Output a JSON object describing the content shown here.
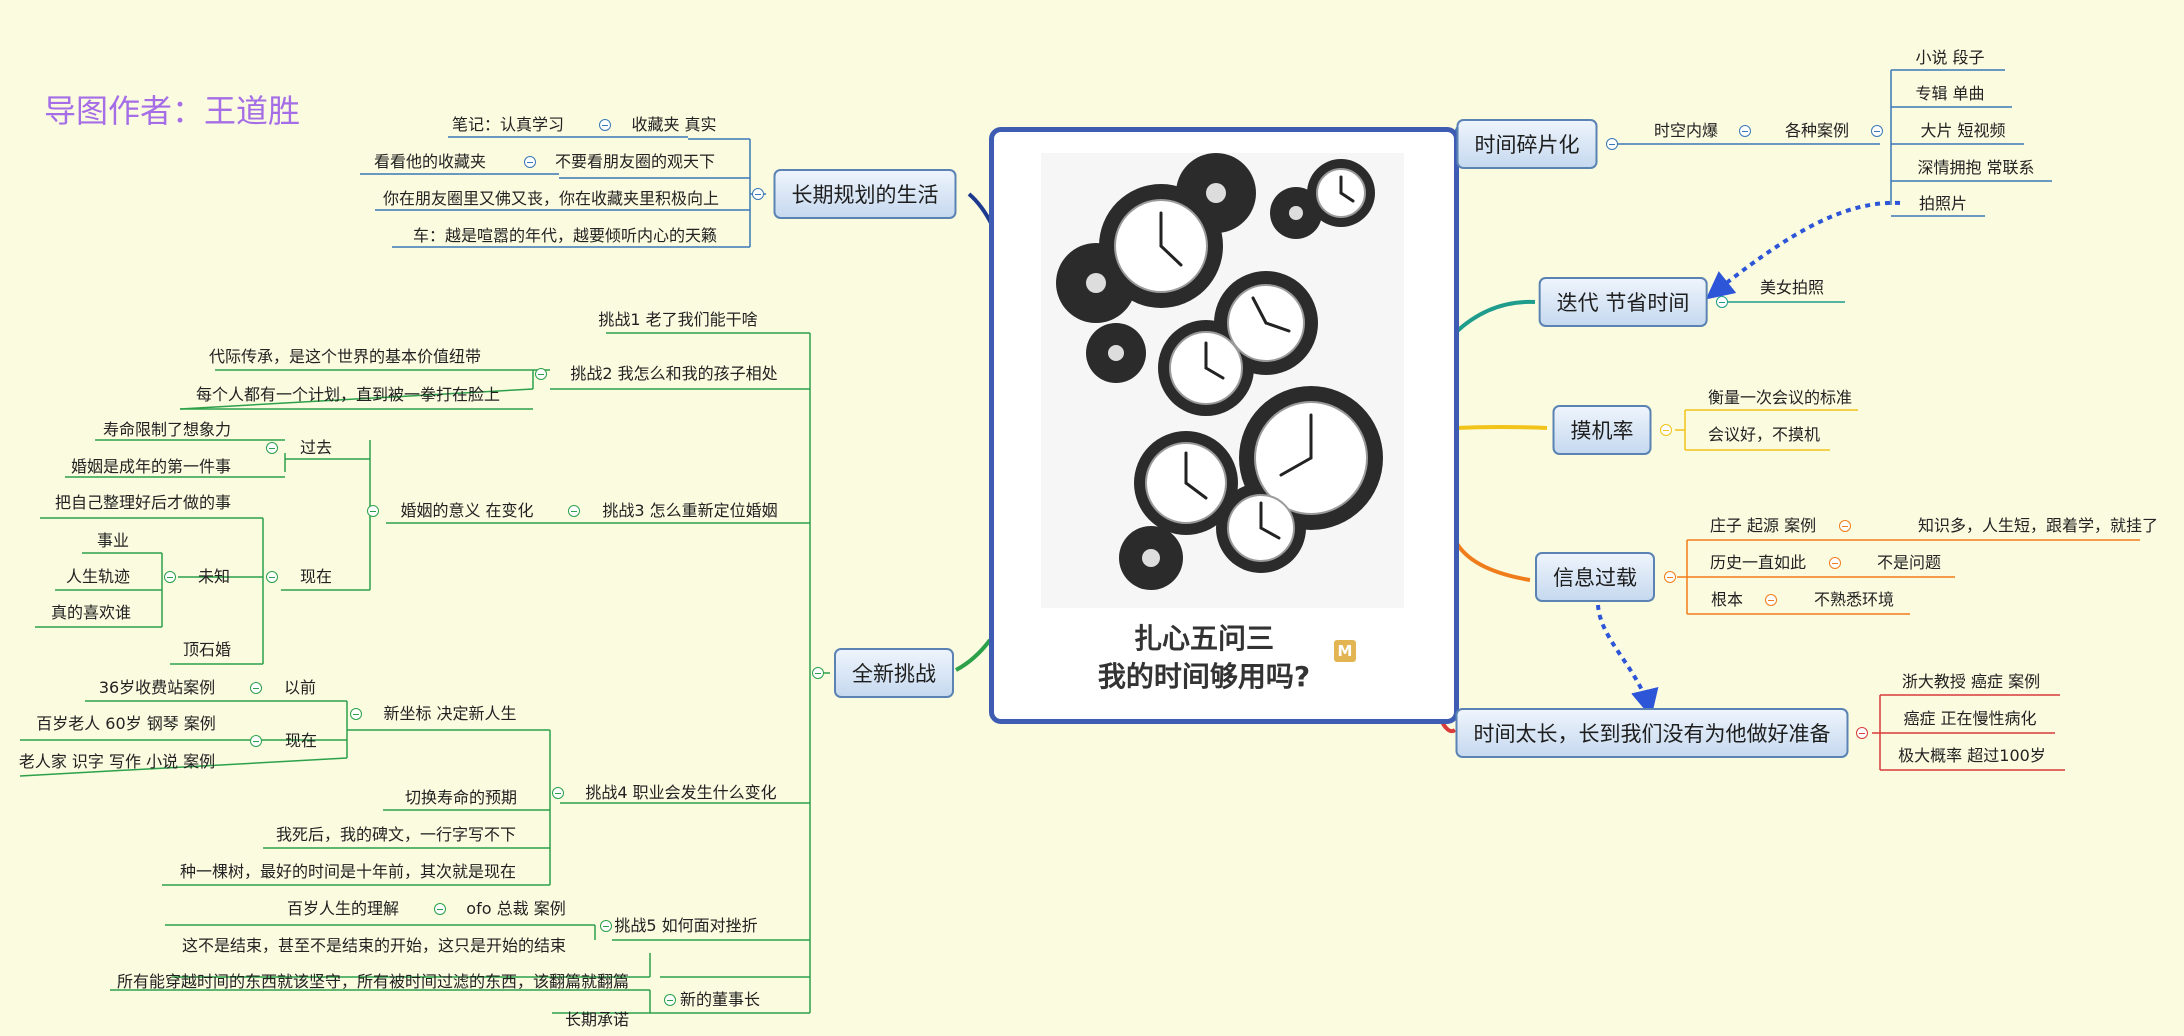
{
  "author": "导图作者：王道胜",
  "central": {
    "title1": "扎心五问三",
    "title2": "我的时间够用吗?",
    "badge": "M"
  },
  "colors": {
    "green": "#2ca14a",
    "blue": "#3a78b5",
    "teal": "#1e9c8c",
    "yellow": "#f2c318",
    "orange": "#ef7d1b",
    "red": "#d93b3b",
    "navy": "#1e3a8f"
  },
  "nodes": {
    "lp": "长期规划的生活",
    "lp_a": "笔记：认真学习",
    "lp_a1": "收藏夹 真实",
    "lp_b": "看看他的收藏夹",
    "lp_b1": "不要看朋友圈的观天下",
    "lp_c": "你在朋友圈里又佛又丧，你在收藏夹里积极向上",
    "lp_d": "车：越是喧嚣的年代，越要倾听内心的天籁",
    "ch": "全新挑战",
    "c1": "挑战1 老了我们能干啥",
    "c2": "挑战2 我怎么和我的孩子相处",
    "c2a": "代际传承，是这个世界的基本价值纽带",
    "c2b": "每个人都有一个计划，直到被一拳打在脸上",
    "c3": "挑战3 怎么重新定位婚姻",
    "c3a": "婚姻的意义 在变化",
    "c3p": "过去",
    "c3p1": "寿命限制了想象力",
    "c3p2": "婚姻是成年的第一件事",
    "c3n": "现在",
    "c3n1": "把自己整理好后才做的事",
    "c3u": "未知",
    "c3u1": "事业",
    "c3u2": "人生轨迹",
    "c3u3": "真的喜欢谁",
    "c3n2": "顶石婚",
    "c4": "挑战4 职业会发生什么变化",
    "c4a": "新坐标 决定新人生",
    "c4ap": "以前",
    "c4ap1": "36岁收费站案例",
    "c4an": "现在",
    "c4an1": "百岁老人 60岁 钢琴 案例",
    "c4an2": "老人家 识字 写作 小说 案例",
    "c4b": "切换寿命的预期",
    "c4c": "我死后，我的碑文，一行字写不下",
    "c4d": "种一棵树，最好的时间是十年前，其次就是现在",
    "c5": "挑战5 如何面对挫折",
    "c5a": "百岁人生的理解",
    "c5a1": "ofo 总裁 案例",
    "c5b": "这不是结束，甚至不是结束的开始，这只是开始的结束",
    "c6": "新的董事长",
    "c6a": "所有能穿越时间的东西就该坚守，所有被时间过滤的东西，该翻篇就翻篇",
    "c6b": "长期承诺",
    "tf": "时间碎片化",
    "tf_a": "时空内爆",
    "tf_b": "各种案例",
    "tf_1": "小说 段子",
    "tf_2": "专辑 单曲",
    "tf_3": "大片 短视频",
    "tf_4": "深情拥抱 常联系",
    "tf_5": "拍照片",
    "it": "迭代 节省时间",
    "it_a": "美女拍照",
    "mj": "摸机率",
    "mj_a": "衡量一次会议的标准",
    "mj_b": "会议好，不摸机",
    "io": "信息过载",
    "io_a": "庄子 起源 案例",
    "io_a1": "知识多，人生短，跟着学，就挂了",
    "io_b": "历史一直如此",
    "io_b1": "不是问题",
    "io_c": "根本",
    "io_c1": "不熟悉环境",
    "tl": "时间太长，长到我们没有为他做好准备",
    "tl_a": "浙大教授 癌症 案例",
    "tl_b": "癌症 正在慢性病化",
    "tl_c": "极大概率 超过100岁"
  }
}
